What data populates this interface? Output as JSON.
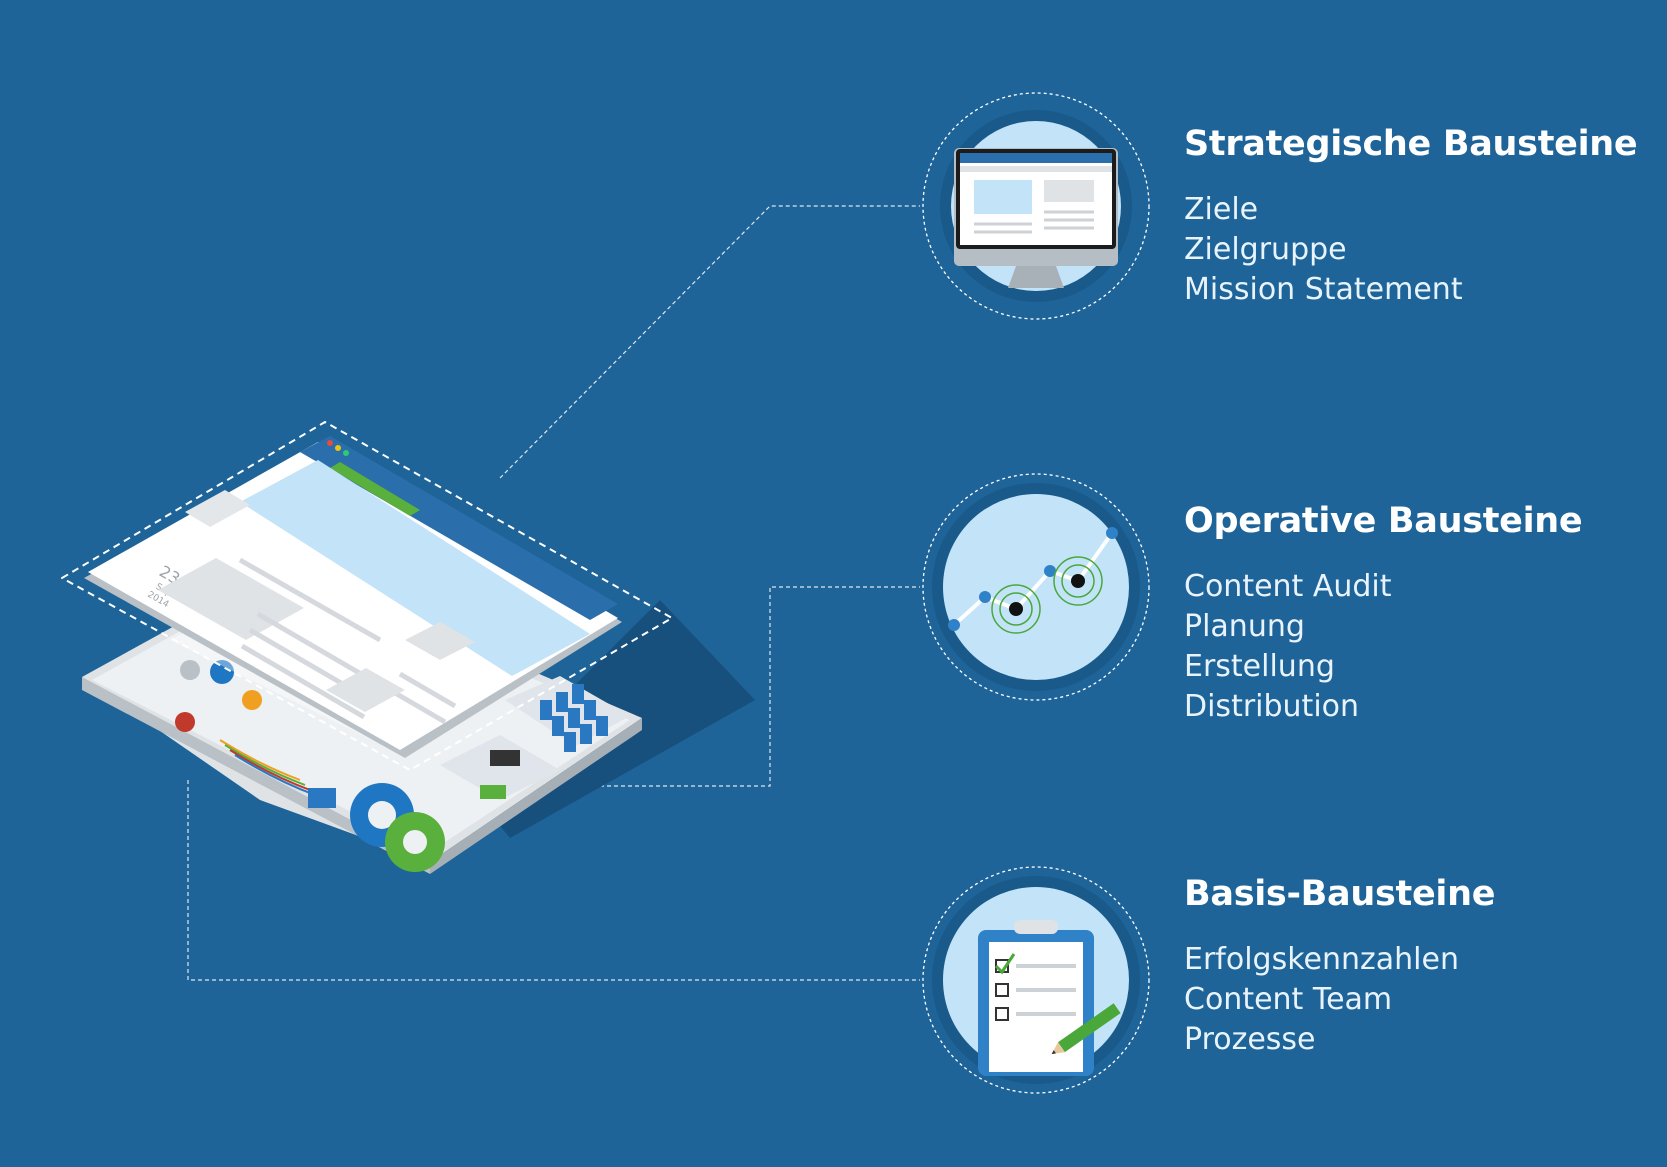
{
  "colors": {
    "background": "#1e6499",
    "circle_fill": "#c3e3f8",
    "circle_ring": "#1a5a8a",
    "accent_green": "#4aa83a",
    "accent_blue": "#2f82c8"
  },
  "illustration": {
    "date_day": "23",
    "date_month": "Sep",
    "date_year": "2014"
  },
  "sections": [
    {
      "title": "Strategische Bausteine",
      "icon": "monitor-icon",
      "items": [
        "Ziele",
        "Zielgruppe",
        "Mission Statement"
      ]
    },
    {
      "title": "Operative Bausteine",
      "icon": "line-chart-target-icon",
      "items": [
        "Content Audit",
        "Planung",
        "Erstellung",
        "Distribution"
      ]
    },
    {
      "title": "Basis-Bausteine",
      "icon": "clipboard-checklist-icon",
      "items": [
        "Erfolgskennzahlen",
        "Content Team",
        "Prozesse"
      ]
    }
  ]
}
